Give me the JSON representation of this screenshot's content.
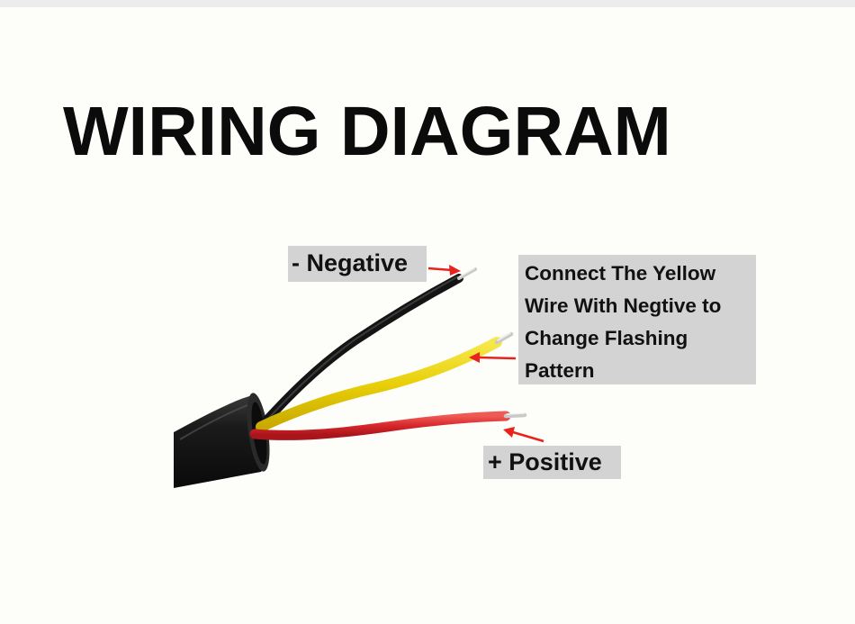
{
  "title": "WIRING DIAGRAM",
  "labels": {
    "negative": "- Negative",
    "positive": "+ Positive"
  },
  "note": {
    "lines": [
      "Connect The Yellow",
      "Wire With Negtive to",
      "Change Flashing",
      "Pattern"
    ]
  },
  "colors": {
    "background": "#fdfdf9",
    "label_box": "#d3d3d3",
    "arrow": "#e8221d",
    "wire_black": "#141414",
    "wire_yellow": "#ecd409",
    "wire_red": "#d7272b",
    "cable_sheath": "#151515"
  }
}
